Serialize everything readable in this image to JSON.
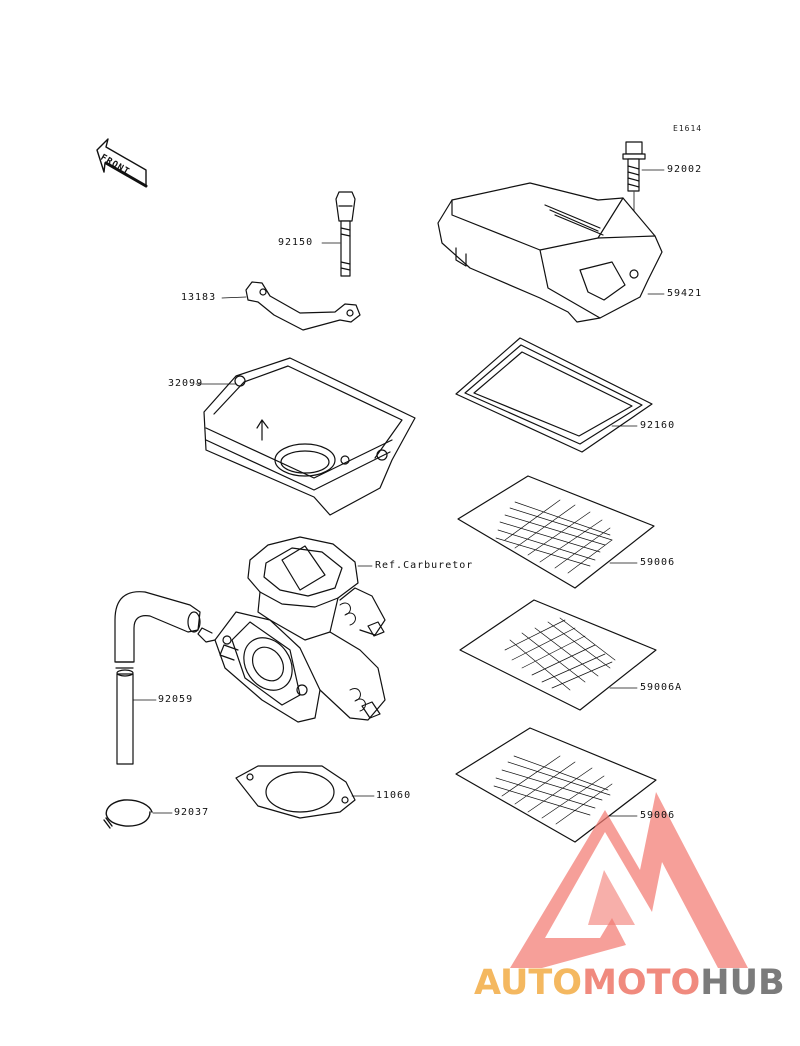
{
  "diagram_code": "E1614",
  "front_label": "FRONT",
  "parts": {
    "p92002": "92002",
    "p92150": "92150",
    "p13183": "13183",
    "p59421": "59421",
    "p32099": "32099",
    "p92160": "92160",
    "ref_carb": "Ref.Carburetor",
    "p59006_a": "59006",
    "p92059": "92059",
    "p59006A": "59006A",
    "p11060": "11060",
    "p92037": "92037",
    "p59006_b": "59006"
  },
  "watermark": {
    "part1": "AUTO",
    "part2": "MOTO",
    "part3": "HUB",
    "colors": {
      "auto": "#f4b860",
      "moto": "#f08a7e",
      "hub": "#7b7b7b",
      "triangle": "#f27a72"
    }
  }
}
